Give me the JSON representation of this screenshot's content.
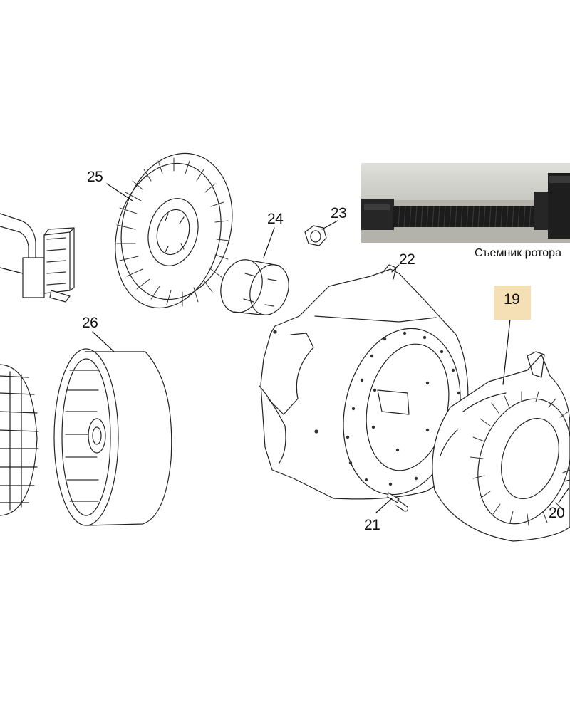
{
  "callouts": {
    "p19": "19",
    "p20": "20",
    "p21": "21",
    "p22": "22",
    "p23": "23",
    "p24": "24",
    "p25": "25",
    "p26": "26"
  },
  "photo": {
    "caption": "Съемник ротора"
  },
  "colors": {
    "line": "#222222",
    "highlight": "#f5dfb5",
    "photo_tool": "#1e1e1e"
  }
}
